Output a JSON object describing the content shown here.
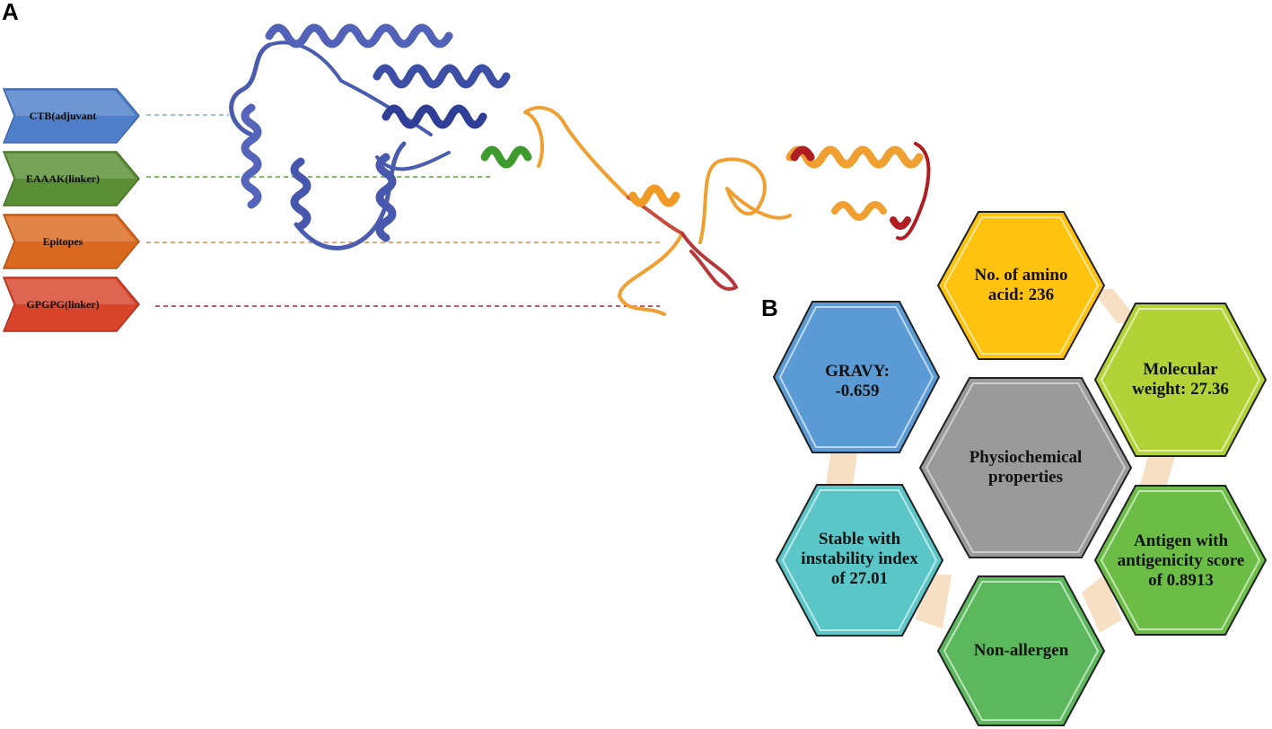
{
  "panels": {
    "a": "A",
    "b": "B"
  },
  "legend": [
    {
      "id": "ctb",
      "label": "CTB(adjuvant",
      "color": "#4f7fc9",
      "line": "#7fa9dd"
    },
    {
      "id": "eaaak",
      "label": "EAAAK(linker)",
      "color": "#5a8f35",
      "line": "#5aa53a"
    },
    {
      "id": "epitopes",
      "label": "Epitopes",
      "color": "#d9691f",
      "line": "#e8884a"
    },
    {
      "id": "gpgpg",
      "label": "GPGPG(linker)",
      "color": "#d7442a",
      "line": "#a0283a"
    }
  ],
  "hexagons": {
    "center": {
      "label": "Physiochemical properties",
      "color": "#9a9a9a"
    },
    "amino": {
      "label": "No. of amino acid: 236",
      "color": "#ffc20e"
    },
    "weight": {
      "label": "Molecular weight: 27.36",
      "color": "#b2d235"
    },
    "antigen": {
      "label": "Antigen with antigenicity score of 0.8913",
      "color": "#6cbd45"
    },
    "allergen": {
      "label": "Non-allergen",
      "color": "#5cb85c"
    },
    "stable": {
      "label": "Stable with instability index of 27.01",
      "color": "#5bc6c7"
    },
    "gravy": {
      "label": "GRAVY: -0.659",
      "color": "#5b9bd5"
    }
  },
  "connector_color": "#f7dfc4"
}
